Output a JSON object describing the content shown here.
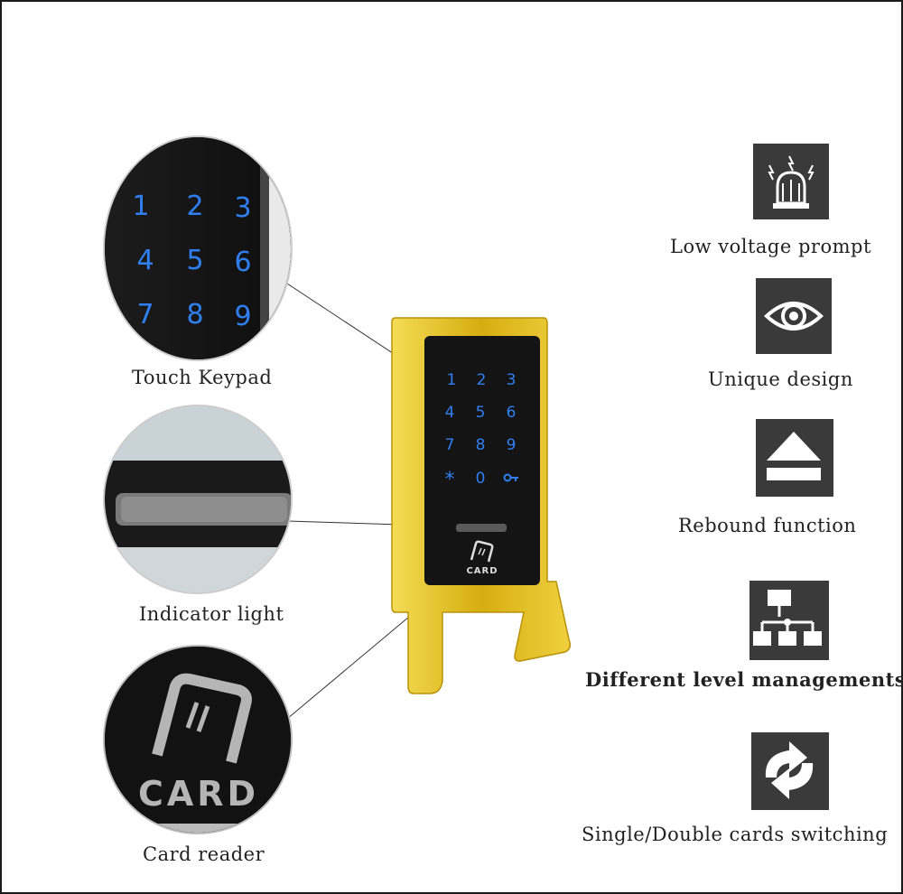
{
  "callouts": {
    "keypad_label": "Touch Keypad",
    "indicator_label": "Indicator light",
    "card_label": "Card reader"
  },
  "keypad_digits": [
    "1",
    "2",
    "3",
    "4",
    "5",
    "6",
    "7",
    "8",
    "9"
  ],
  "lock": {
    "keys": [
      "1",
      "2",
      "3",
      "4",
      "5",
      "6",
      "7",
      "8",
      "9",
      "*",
      "0",
      "key"
    ],
    "card_text": "CARD",
    "finish_color": "#d8b21a",
    "panel_color": "#141414",
    "digit_color": "#2f7ff0"
  },
  "card_closeup_text": "CARD",
  "features": [
    {
      "icon": "siren-alarm-icon",
      "label": "Low voltage prompt"
    },
    {
      "icon": "eye-icon",
      "label": "Unique design"
    },
    {
      "icon": "eject-icon",
      "label": "Rebound function"
    },
    {
      "icon": "hierarchy-icon",
      "label": "Different level managements"
    },
    {
      "icon": "switch-arrows-icon",
      "label": "Single/Double cards switching"
    }
  ]
}
